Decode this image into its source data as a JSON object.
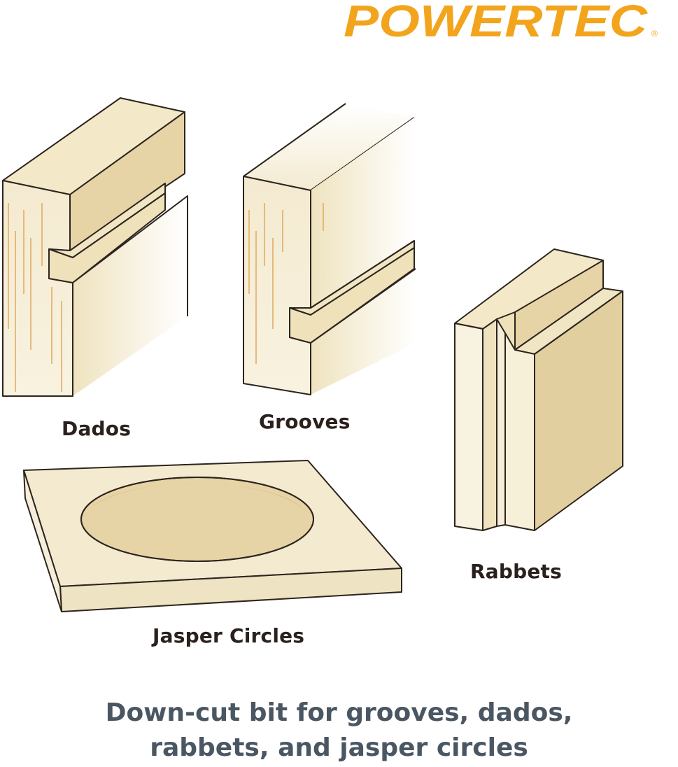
{
  "brand": {
    "logo_text": "POWERTEC",
    "logo_color": "#f2a51c",
    "registered_mark": "®"
  },
  "colors": {
    "wood_light": "#f7f0d8",
    "wood_mid": "#efe3bf",
    "wood_dark": "#e2cfa0",
    "grain": "#e0a85c",
    "outline": "#2d241e",
    "label_text": "#2b211c",
    "caption_text": "#4a5763"
  },
  "labels": {
    "dados": "Dados",
    "grooves": "Grooves",
    "rabbets": "Rabbets",
    "jasper_circles": "Jasper Circles"
  },
  "caption": {
    "line1": "Down-cut bit for grooves, dados,",
    "line2": "rabbets, and jasper circles"
  }
}
